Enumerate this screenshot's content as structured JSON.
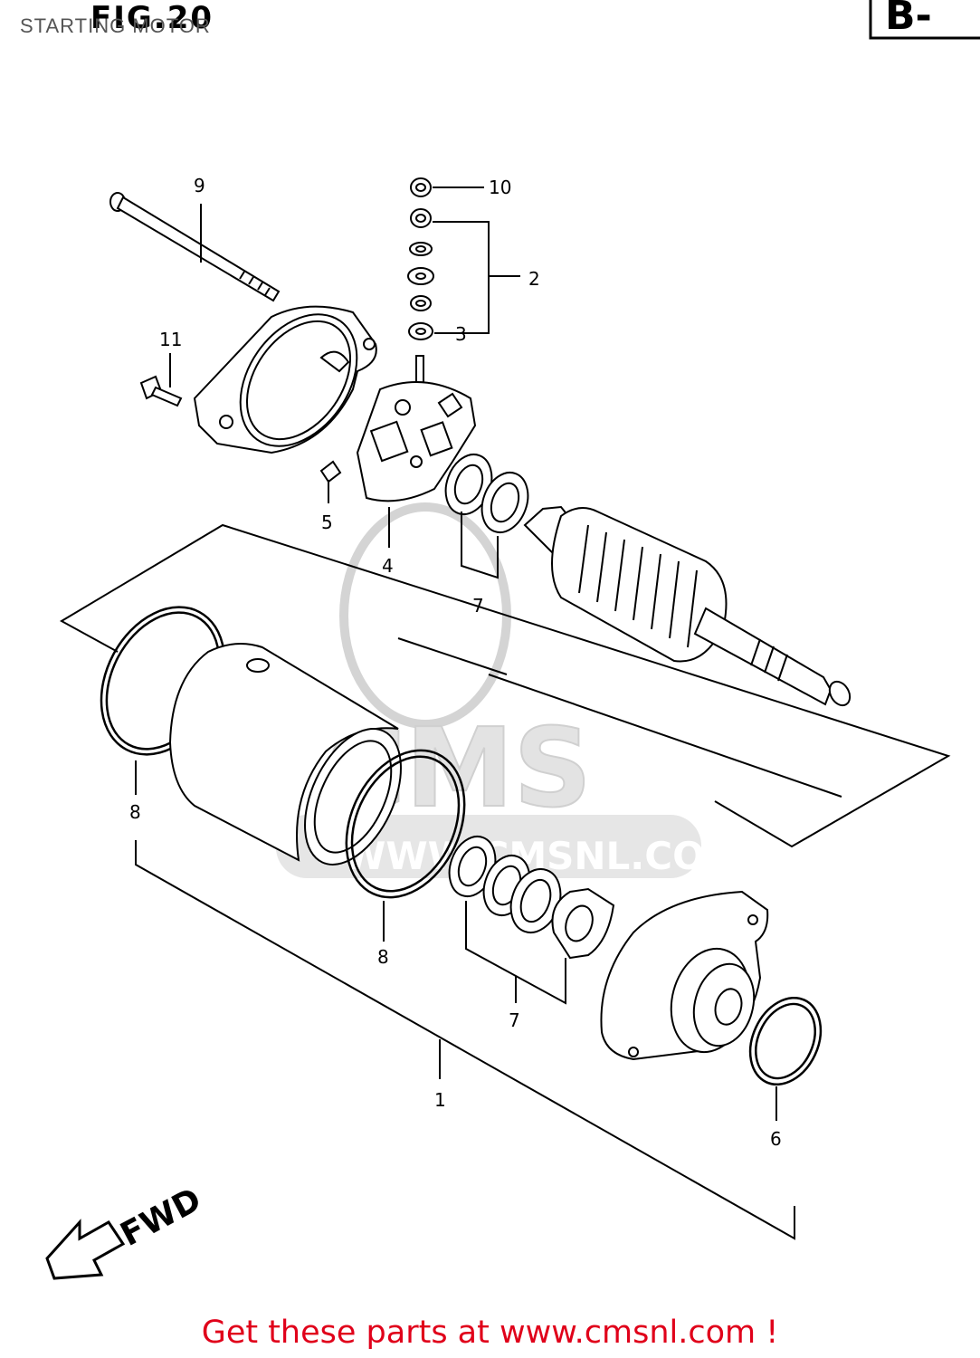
{
  "header": {
    "fig_title": "FIG.20",
    "subtitle": "STARTING MOTOR",
    "section_code": "B-"
  },
  "watermark": {
    "text": "CMS",
    "url": "WWW.CMSNL.COM"
  },
  "direction_label": "FWD",
  "callouts": {
    "c1": "1",
    "c2": "2",
    "c3": "3",
    "c4": "4",
    "c5": "5",
    "c6": "6",
    "c7a": "7",
    "c7b": "7",
    "c8a": "8",
    "c8b": "8",
    "c9": "9",
    "c10": "10",
    "c11": "11"
  },
  "footer": {
    "text": "Get these parts at www.cmsnl.com !"
  },
  "colors": {
    "line": "#000000",
    "footer": "#e0001a",
    "watermark": "#dcdcdc"
  }
}
